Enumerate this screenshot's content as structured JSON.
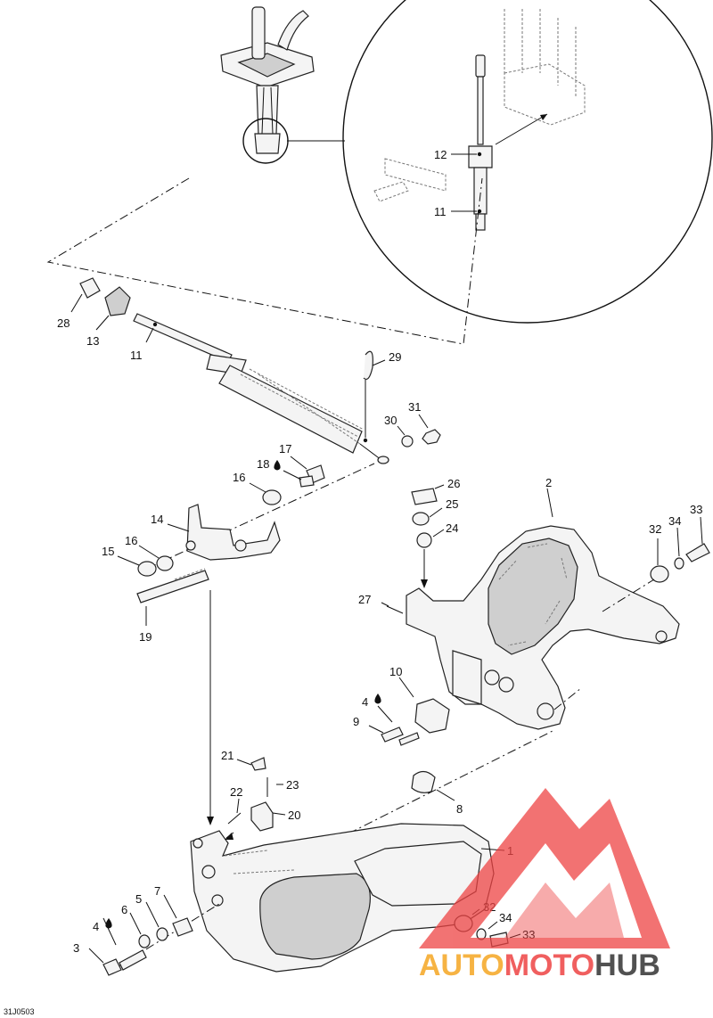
{
  "labels": {
    "l1": "1",
    "l2": "2",
    "l3": "3",
    "l4a": "4",
    "l4b": "4",
    "l5": "5",
    "l6": "6",
    "l7": "7",
    "l8": "8",
    "l9": "9",
    "l10": "10",
    "l11a": "11",
    "l11b": "11",
    "l12": "12",
    "l13": "13",
    "l14": "14",
    "l15": "15",
    "l16a": "16",
    "l16b": "16",
    "l17": "17",
    "l18": "18",
    "l19": "19",
    "l20": "20",
    "l21": "21",
    "l22": "22",
    "l23": "23",
    "l24": "24",
    "l25": "25",
    "l26": "26",
    "l27": "27",
    "l28": "28",
    "l29": "29",
    "l30": "30",
    "l31": "31",
    "l32a": "32",
    "l32b": "32",
    "l33a": "33",
    "l33b": "33",
    "l34a": "34",
    "l34b": "34"
  },
  "diagram_code": "31J0503",
  "watermark": {
    "part1": "AUTO",
    "part2": "MOTO",
    "part3": "HUB"
  },
  "colors": {
    "watermark_red": "#ee4444",
    "watermark_orange": "#f5a623",
    "watermark_dark": "#333333"
  },
  "icons": {
    "lubricant": "oil-drop-icon"
  }
}
